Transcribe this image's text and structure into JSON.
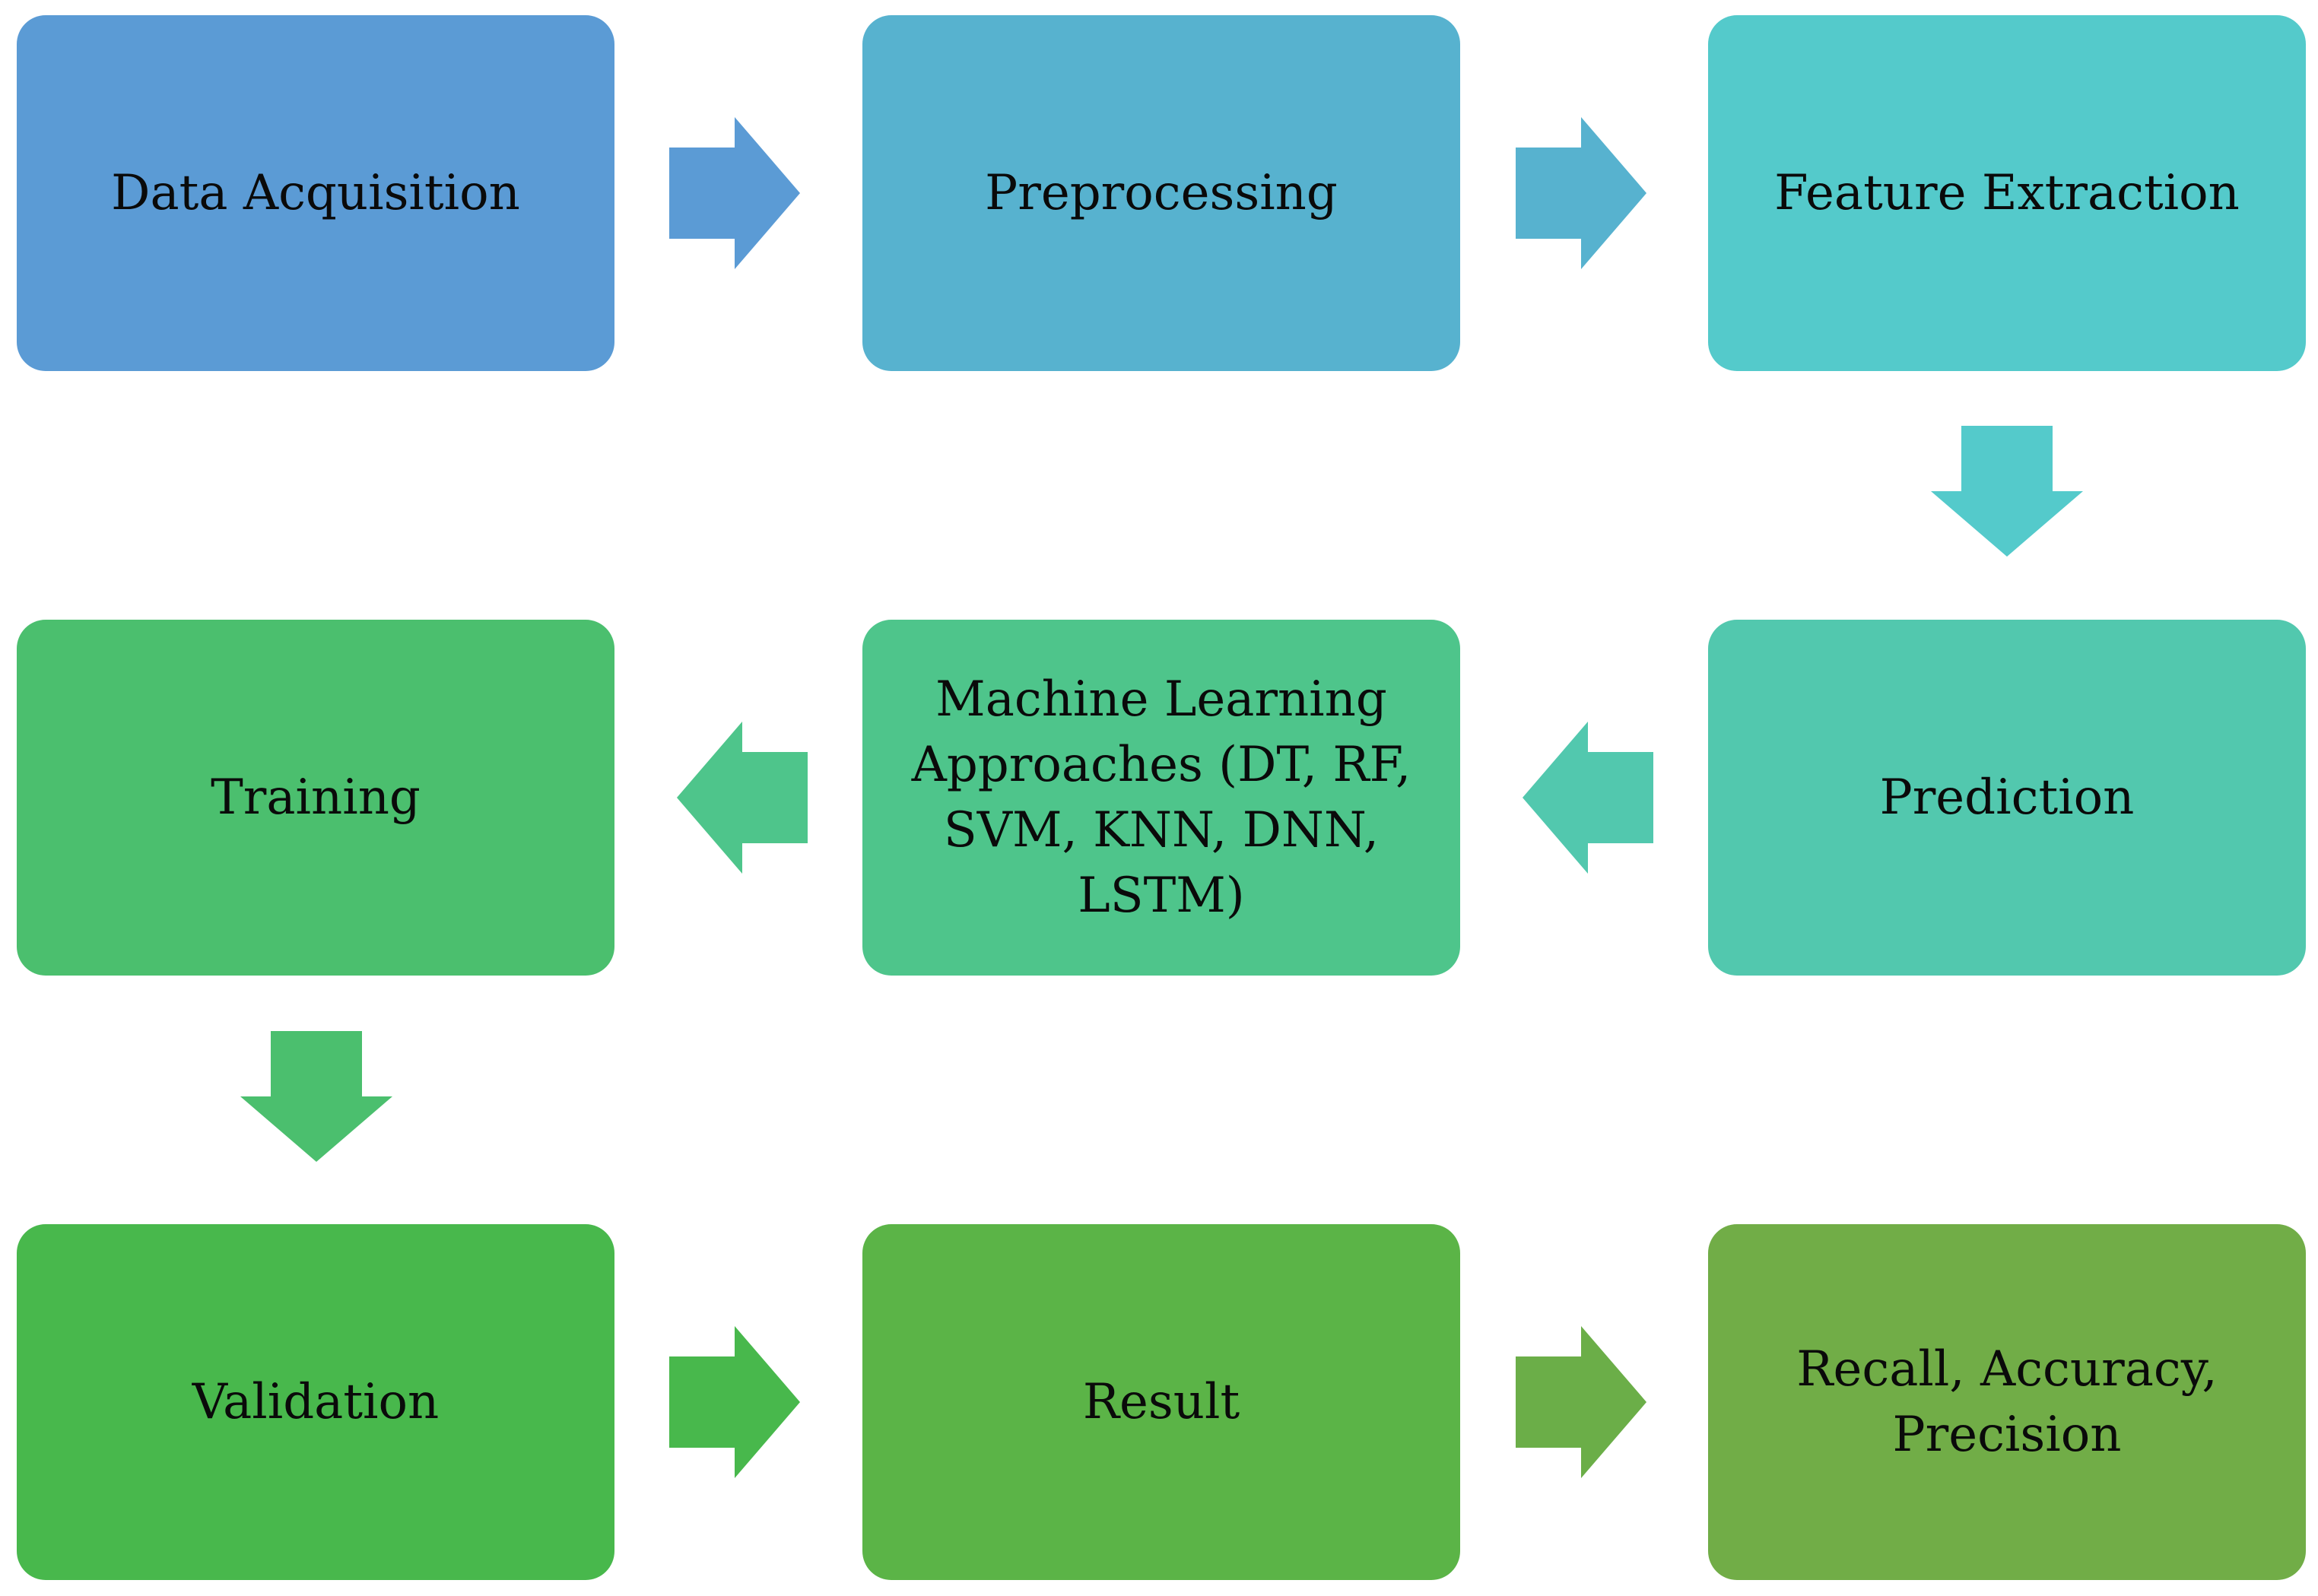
{
  "steps": [
    {
      "id": "data-acquisition",
      "label": "Data Acquisition",
      "color": "#5B9BD5"
    },
    {
      "id": "preprocessing",
      "label": "Preprocessing",
      "color": "#57B2CF"
    },
    {
      "id": "feature-extraction",
      "label": "Feature Extraction",
      "color": "#54CACB"
    },
    {
      "id": "prediction",
      "label": "Prediction",
      "color": "#52C8AE"
    },
    {
      "id": "machine-learning-approaches",
      "label": "Machine Learning Approaches (DT, RF, SVM, KNN, DNN, LSTM)",
      "color": "#4EC58B"
    },
    {
      "id": "training",
      "label": "Training",
      "color": "#4BBF6E"
    },
    {
      "id": "validation",
      "label": "Validation",
      "color": "#48B84C"
    },
    {
      "id": "result",
      "label": "Result",
      "color": "#5BB447"
    },
    {
      "id": "recall-accuracy-precision",
      "label": "Recall, Accuracy, Precision",
      "color": "#71AD47"
    }
  ],
  "connectors": [
    {
      "from": "data-acquisition",
      "to": "preprocessing",
      "direction": "right",
      "color": "#5B9BD5"
    },
    {
      "from": "preprocessing",
      "to": "feature-extraction",
      "direction": "right",
      "color": "#57B2CF"
    },
    {
      "from": "feature-extraction",
      "to": "prediction",
      "direction": "down",
      "color": "#54CACB"
    },
    {
      "from": "prediction",
      "to": "machine-learning-approaches",
      "direction": "left",
      "color": "#52C8AE"
    },
    {
      "from": "machine-learning-approaches",
      "to": "training",
      "direction": "left",
      "color": "#4EC58B"
    },
    {
      "from": "training",
      "to": "validation",
      "direction": "down",
      "color": "#4BBF6E"
    },
    {
      "from": "validation",
      "to": "result",
      "direction": "right",
      "color": "#48B84C"
    },
    {
      "from": "result",
      "to": "recall-accuracy-precision",
      "direction": "right",
      "color": "#6BAE48"
    }
  ]
}
